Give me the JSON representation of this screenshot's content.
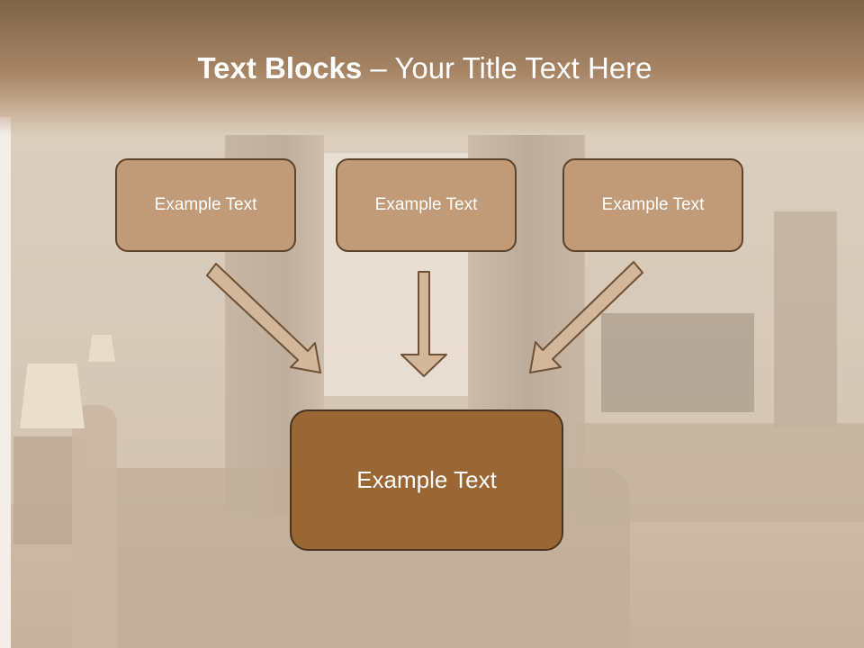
{
  "slide": {
    "title_bold": "Text Blocks",
    "title_dash": " – ",
    "title_rest": "Your Title Text Here",
    "boxes": [
      {
        "label": "Example Text"
      },
      {
        "label": "Example Text"
      },
      {
        "label": "Example Text"
      }
    ],
    "main_box": {
      "label": "Example Text"
    }
  },
  "colors": {
    "header": "#7f6448",
    "box_fill": "#c19b77",
    "box_border": "#5e432b",
    "main_fill": "#9a6633",
    "arrow_fill": "#d3b79a",
    "arrow_stroke": "#6f5136"
  }
}
